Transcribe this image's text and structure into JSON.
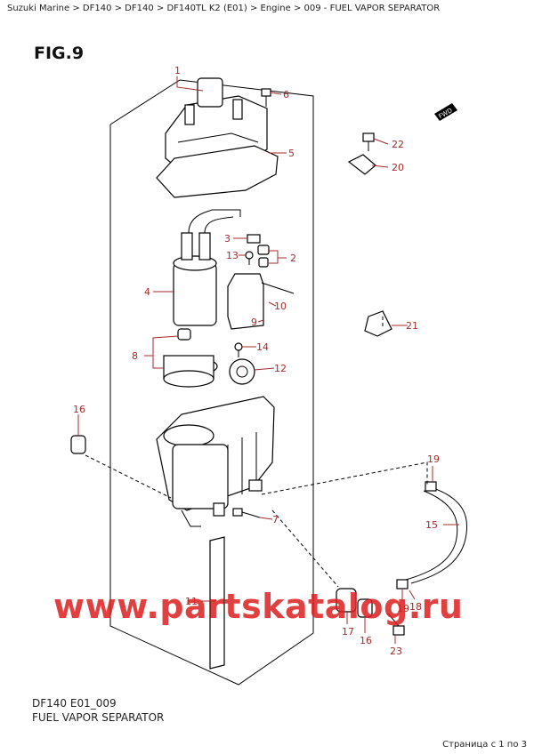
{
  "breadcrumb": "Suzuki Marine > DF140 > DF140 > DF140TL K2 (E01) > Engine > 009 - FUEL VAPOR SEPARATOR",
  "figure_label": "FIG.9",
  "fwd_label": "FWD",
  "watermark": "www.partskatalog.ru",
  "caption_code": "DF140 E01_009",
  "caption_title": "FUEL VAPOR SEPARATOR",
  "pager": "Страница с 1 по 3",
  "callouts": [
    "1",
    "6",
    "5",
    "22",
    "20",
    "3",
    "2",
    "13",
    "4",
    "10",
    "9",
    "21",
    "8",
    "14",
    "12",
    "16",
    "7",
    "19",
    "15",
    "11",
    "17",
    "16",
    "18",
    "19",
    "23"
  ]
}
